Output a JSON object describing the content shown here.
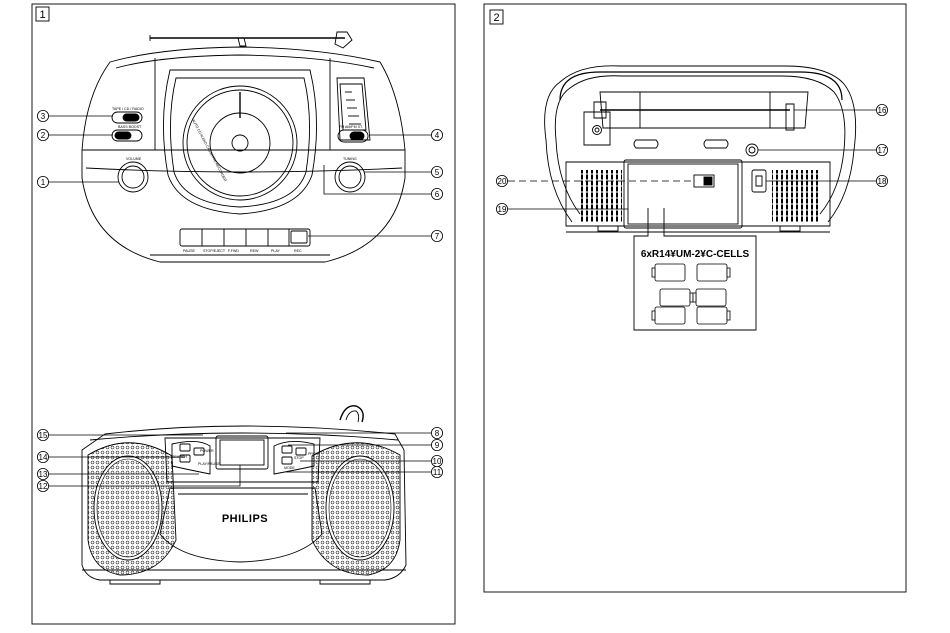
{
  "panels": [
    {
      "number": "1"
    },
    {
      "number": "2"
    }
  ],
  "front_top": {
    "callouts": [
      "1",
      "2",
      "3",
      "4",
      "5",
      "6",
      "7"
    ],
    "device_texts": {
      "volume": "VOLUME",
      "tuning": "TUNING",
      "bass_boost": "BASS BOOST",
      "tape_cd_radio": "TAPE / CD / RADIO",
      "fm_am": "FM  AM/FM ST.",
      "ring_text": "AUTO   CD AUDIO CASSETTE RECORDER",
      "deck_keys": [
        "PAUSE",
        "STOP/EJECT",
        "F.FWD",
        "REW",
        "PLAY",
        "REC"
      ]
    }
  },
  "front_bottom": {
    "callouts": [
      "8",
      "9",
      "10",
      "11",
      "12",
      "13",
      "14",
      "15"
    ],
    "brand": "PHILIPS",
    "device_texts": {
      "power": "POWER",
      "search": "SEARCH",
      "play_pause": "PLAY/PAUSE",
      "stop": "STOP",
      "prog": "PROG",
      "mode": "MODE"
    }
  },
  "rear": {
    "callouts": [
      "16",
      "17",
      "18",
      "19",
      "20"
    ],
    "battery_label": "6xR14¥UM-2¥C-CELLS"
  }
}
